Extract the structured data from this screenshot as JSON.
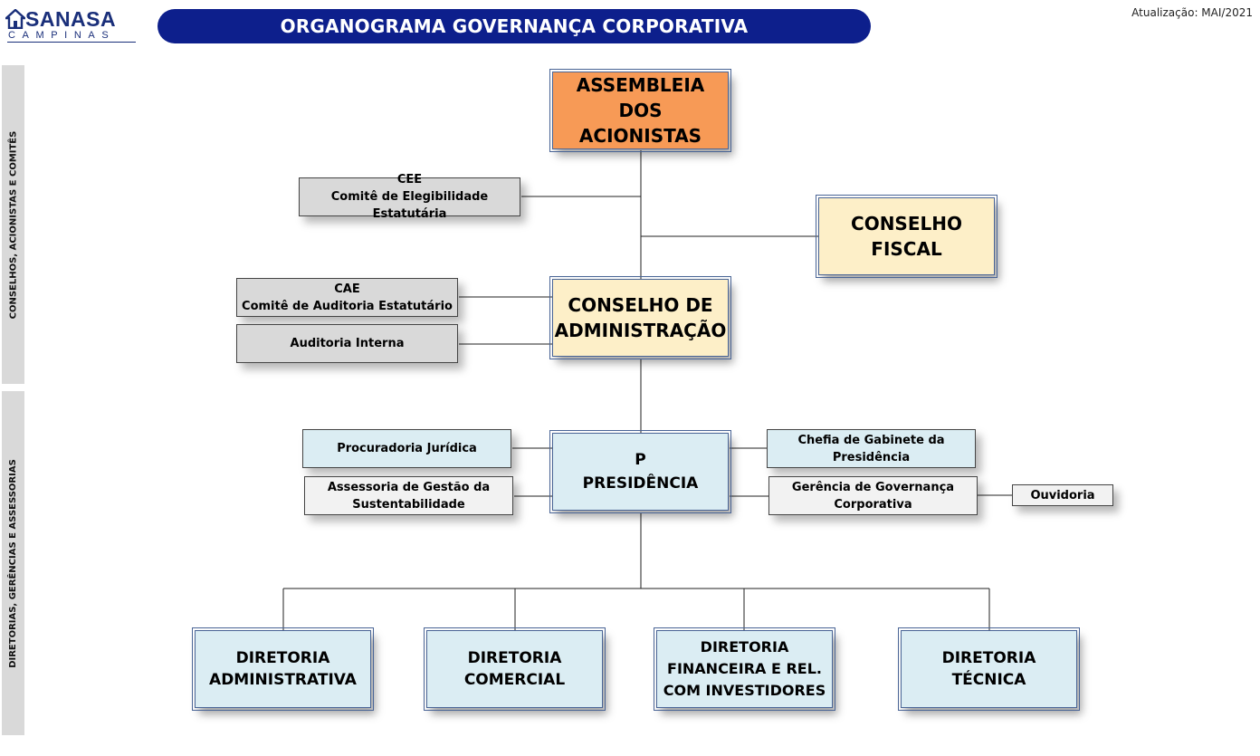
{
  "logo": {
    "name": "SANASA",
    "subtitle": "CAMPINAS"
  },
  "title": "ORGANOGRAMA GOVERNANÇA CORPORATIVA",
  "updated": "Atualização: MAI/2021",
  "side_labels": {
    "top": "CONSELHOS, ACIONISTAS E COMITÊS",
    "bottom": "DIRETORIAS, GERÊNCIAS E ASSESSORIAS"
  },
  "nodes": {
    "assembleia": {
      "line1": "ASSEMBLEIA DOS",
      "line2": "ACIONISTAS"
    },
    "cee": {
      "line1": "CEE",
      "line2": "Comitê de Elegibilidade Estatutária"
    },
    "conselho_fiscal": {
      "line1": "CONSELHO",
      "line2": "FISCAL"
    },
    "cae": {
      "line1": "CAE",
      "line2": "Comitê de Auditoria Estatutário"
    },
    "auditoria": {
      "line1": "Auditoria Interna"
    },
    "conselho_adm": {
      "line1": "CONSELHO DE",
      "line2": "ADMINISTRAÇÃO"
    },
    "procuradoria": {
      "line1": "Procuradoria Jurídica"
    },
    "sustentabilidade": {
      "line1": "Assessoria de Gestão da",
      "line2": "Sustentabilidade"
    },
    "presidencia": {
      "line1": "P",
      "line2": "PRESIDÊNCIA"
    },
    "gabinete": {
      "line1": "Chefia de Gabinete da",
      "line2": "Presidência"
    },
    "governanca": {
      "line1": "Gerência de Governança",
      "line2": "Corporativa"
    },
    "ouvidoria": {
      "line1": "Ouvidoria"
    },
    "dir_adm": {
      "line1": "DIRETORIA",
      "line2": "ADMINISTRATIVA"
    },
    "dir_com": {
      "line1": "DIRETORIA",
      "line2": "COMERCIAL"
    },
    "dir_fin": {
      "line1": "DIRETORIA",
      "line2": "FINANCEIRA E REL.",
      "line3": "COM INVESTIDORES"
    },
    "dir_tec": {
      "line1": "DIRETORIA",
      "line2": "TÉCNICA"
    }
  },
  "colors": {
    "banner": "#0d1f8c",
    "assembleia": "#f79a56",
    "conselho": "#fdefc8",
    "presidencia": "#dbedf3",
    "committee": "#d9d9d9"
  }
}
